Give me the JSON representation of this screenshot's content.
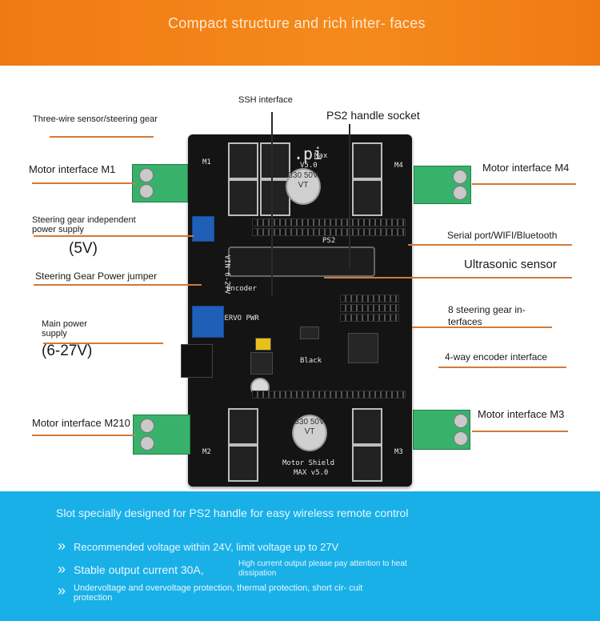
{
  "banner": {
    "title": "Compact structure and rich inter- faces"
  },
  "labels": {
    "three_wire": "Three-wire sensor/steering gear",
    "ssh": "SSH interface",
    "ps2_socket": "PS2 handle socket",
    "motor_m1": "Motor interface M1",
    "motor_m4": "Motor interface M4",
    "steer_indep": "Steering gear independent power supply",
    "five_v": "(5V)",
    "serial": "Serial port/WIFI/Bluetooth",
    "ultrasonic": "Ultrasonic sensor",
    "steer_jumper": "Steering Gear Power jumper",
    "eight_steer": "8 steering gear in- terfaces",
    "main_power": "Main power supply",
    "volt_range": "(6-27V)",
    "encoder4": "4-way encoder interface",
    "motor_m210": "Motor interface M210",
    "motor_m3": "Motor interface M3"
  },
  "board": {
    "logo": ".pi",
    "logo_sub": "Max",
    "ver": "V5.0",
    "cap_top": "330 50V VT",
    "cap_bottom": "330 50V VT",
    "shield": "Motor Shield",
    "shield_ver": "MAX v5.0",
    "ps2": "PS2",
    "m1": "M1",
    "m2": "M2",
    "m3": "M3",
    "m4": "M4",
    "vin": "VIN 6-27V",
    "encoder": "Encoder",
    "black": "Black",
    "servo": "SERVO PWR"
  },
  "bottom": {
    "headline": "Slot specially designed for PS2 handle for easy wireless remote control",
    "b1": "Recommended voltage within 24V, limit voltage up to 27V",
    "b2": "Stable output current 30A,",
    "b2_note": "High current output please pay attention to heat dissipation",
    "b3": "Undervoltage and overvoltage protection, thermal protection, short cir- cuit protection"
  }
}
